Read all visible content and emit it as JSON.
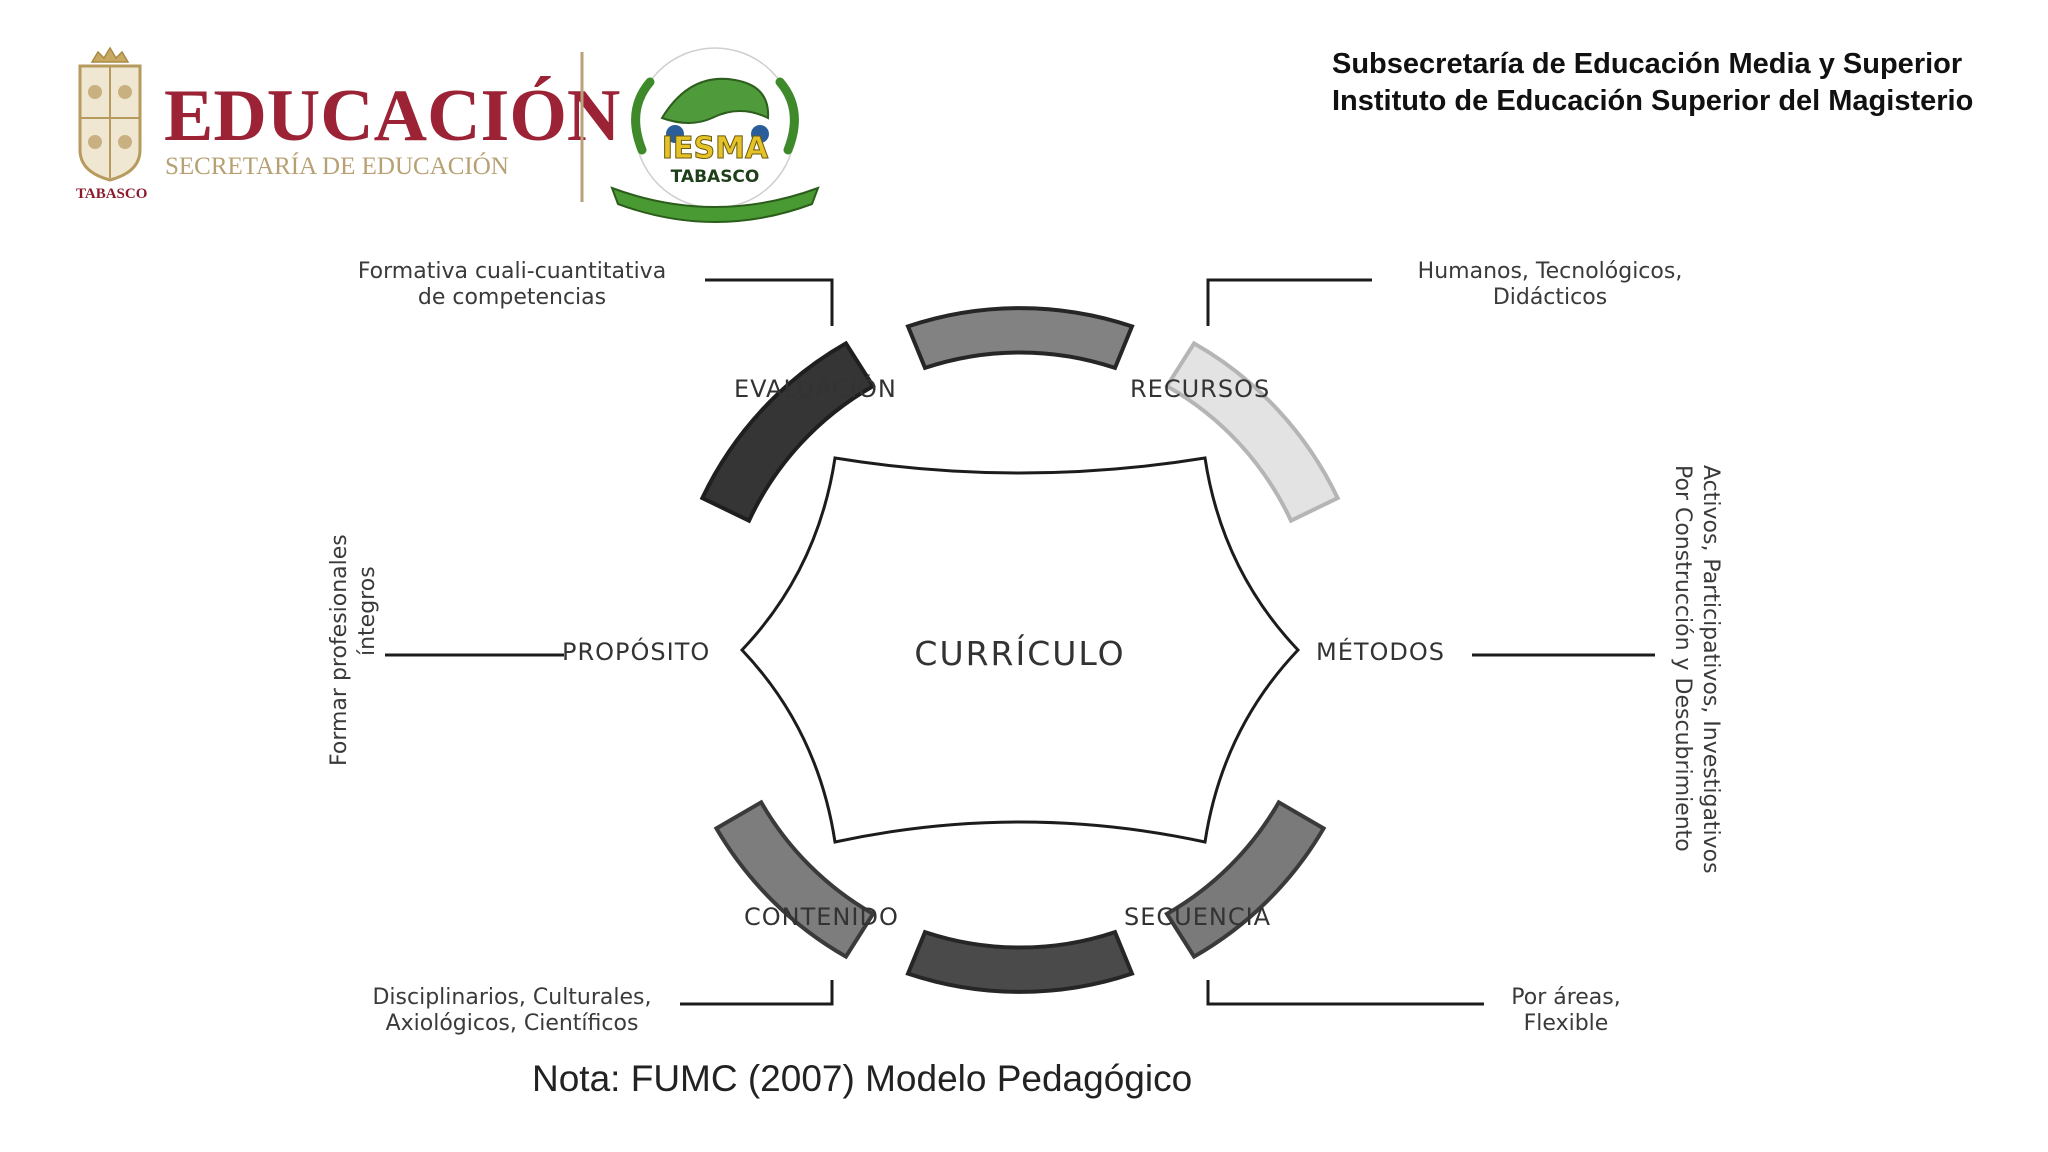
{
  "header": {
    "line1": "Subsecretaría de Educación Media y Superior",
    "line2": "Instituto de Educación Superior  del Magisterio"
  },
  "logos": {
    "educacion_title": "EDUCACIÓN",
    "educacion_subtitle": "SECRETARÍA DE EDUCACIÓN",
    "state_name": "TABASCO",
    "iesma_name": "IESMA",
    "iesma_state": "TABASCO"
  },
  "diagram": {
    "center": "CURRÍCULO",
    "nodes": {
      "evaluacion": "EVALUACIÓN",
      "recursos": "RECURSOS",
      "metodos": "MÉTODOS",
      "secuencia": "SECUENCIA",
      "contenido": "CONTENIDO",
      "proposito": "PROPÓSITO"
    },
    "annotations": {
      "evaluacion": [
        "Formativa cuali-cuantitativa",
        "de competencias"
      ],
      "recursos": [
        "Humanos, Tecnológicos,",
        "Didácticos"
      ],
      "metodos": [
        "Activos, Participativos, Investigativos",
        "Por Construcción y Descubrimiento"
      ],
      "secuencia": [
        "Por áreas,",
        "Flexible"
      ],
      "contenido": [
        "Disciplinarios, Culturales,",
        "Axiológicos, Científicos"
      ],
      "proposito": [
        "Formar profesionales",
        "íntegros"
      ]
    },
    "arc_colors": {
      "top": "#828282",
      "upper_right": "#e3e3e3",
      "lower_right": "#7a7a7a",
      "bottom": "#4a4a4a",
      "lower_left": "#7d7d7d",
      "upper_left": "#353535"
    }
  },
  "caption": "Nota: FUMC (2007) Modelo Pedagógico"
}
